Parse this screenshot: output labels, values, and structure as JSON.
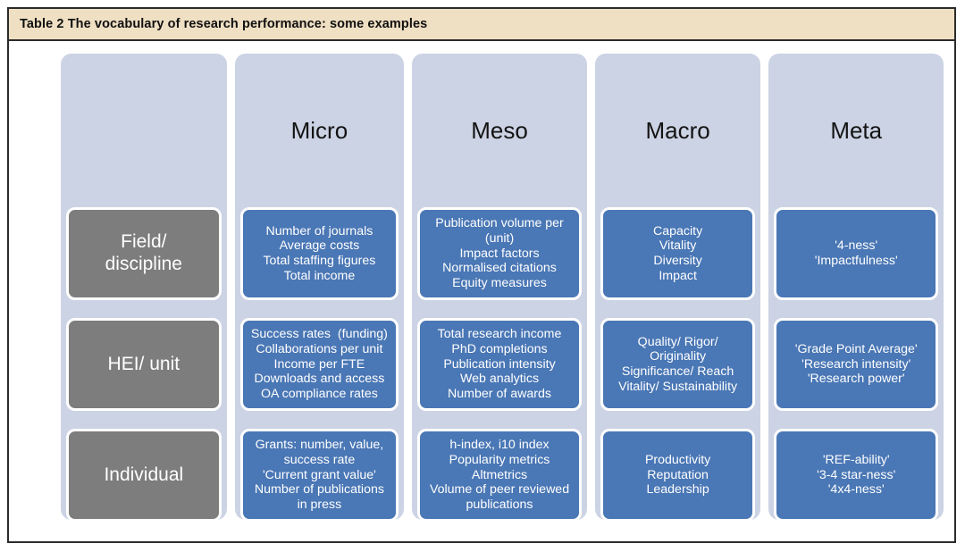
{
  "caption": "Table 2 The vocabulary of research performance: some examples",
  "colors": {
    "caption_background": "#efdfc3",
    "frame_border": "#2b2b2b",
    "column_background": "#ccd3e4",
    "row_label_cell": "#7d7d7d",
    "content_cell": "#4a77b5",
    "cell_text": "#ffffff"
  },
  "columns": [
    {
      "id": "row-labels",
      "header": ""
    },
    {
      "id": "micro",
      "header": "Micro"
    },
    {
      "id": "meso",
      "header": "Meso"
    },
    {
      "id": "macro",
      "header": "Macro"
    },
    {
      "id": "meta",
      "header": "Meta"
    }
  ],
  "rows": [
    {
      "id": "field-discipline",
      "label": [
        "Field/",
        "discipline"
      ]
    },
    {
      "id": "hei-unit",
      "label": [
        "HEI/ unit"
      ]
    },
    {
      "id": "individual",
      "label": [
        "Individual"
      ]
    }
  ],
  "cells": {
    "micro": [
      [
        "Number of journals",
        "Average costs",
        "Total staffing figures",
        "Total income"
      ],
      [
        "Success rates  (funding)",
        "Collaborations per unit",
        "Income per FTE",
        "Downloads and access",
        "OA compliance rates"
      ],
      [
        "Grants: number, value, success rate",
        "'Current grant value'",
        "Number of publications in press"
      ]
    ],
    "meso": [
      [
        "Publication volume per (unit)",
        "Impact factors",
        "Normalised citations",
        "Equity measures"
      ],
      [
        "Total research income",
        "PhD completions",
        "Publication intensity",
        "Web analytics",
        "Number of awards"
      ],
      [
        "h-index, i10 index",
        "Popularity metrics",
        "Altmetrics",
        "Volume of peer reviewed publications"
      ]
    ],
    "macro": [
      [
        "Capacity",
        "Vitality",
        "Diversity",
        "Impact"
      ],
      [
        "Quality/ Rigor/ Originality",
        "Significance/ Reach",
        "Vitality/ Sustainability"
      ],
      [
        "Productivity",
        "Reputation",
        "Leadership"
      ]
    ],
    "meta": [
      [
        "'4-ness'",
        "'Impactfulness'"
      ],
      [
        "'Grade Point Average'",
        "'Research intensity'",
        "'Research power'"
      ],
      [
        "'REF-ability'",
        "'3-4 star-ness'",
        "'4x4-ness'"
      ]
    ]
  }
}
